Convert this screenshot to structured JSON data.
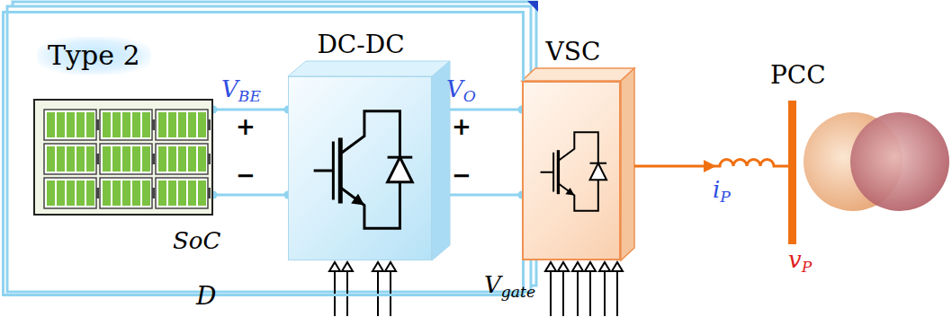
{
  "diagram": {
    "nodes": [
      {
        "text": [
          "Type 2"
        ]
      },
      {
        "text": [
          "SoC"
        ],
        "in": 0
      },
      {
        "text": [
          "DC-DC"
        ],
        "in": 0
      },
      {
        "text": [
          "VSC"
        ]
      },
      {
        "text": [
          "PCC"
        ]
      }
    ],
    "edges": [
      {
        "from": 1,
        "to": 2,
        "arrow": "none"
      },
      {
        "from": 2,
        "to": 3,
        "arrow": "none"
      },
      {
        "from": 3,
        "to": 4,
        "arrow": "to"
      }
    ],
    "labels": [
      "VBE",
      "+",
      "−",
      "VO",
      "+",
      "−",
      "D",
      "Vgate",
      "iP",
      "vP"
    ]
  }
}
